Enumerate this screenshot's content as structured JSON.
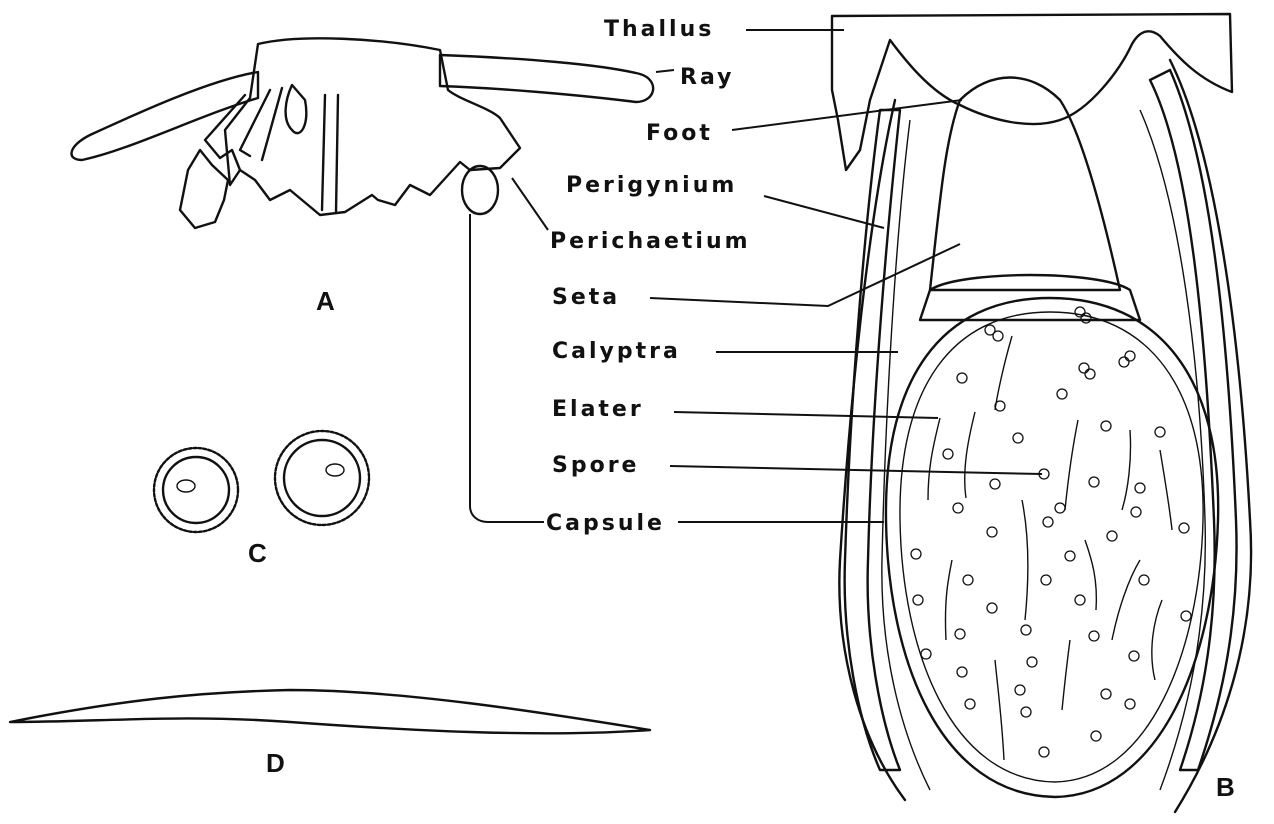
{
  "figure_panels": {
    "a": "A",
    "b": "B",
    "c": "C",
    "d": "D"
  },
  "labels": {
    "thallus": "Thallus",
    "ray": "Ray",
    "foot": "Foot",
    "perigynium": "Perigynium",
    "perichaetium": "Perichaetium",
    "seta": "Seta",
    "calyptra": "Calyptra",
    "elater": "Elater",
    "spore": "Spore",
    "capsule": "Capsule"
  },
  "colors": {
    "ink": "#111111",
    "paper": "#ffffff"
  }
}
